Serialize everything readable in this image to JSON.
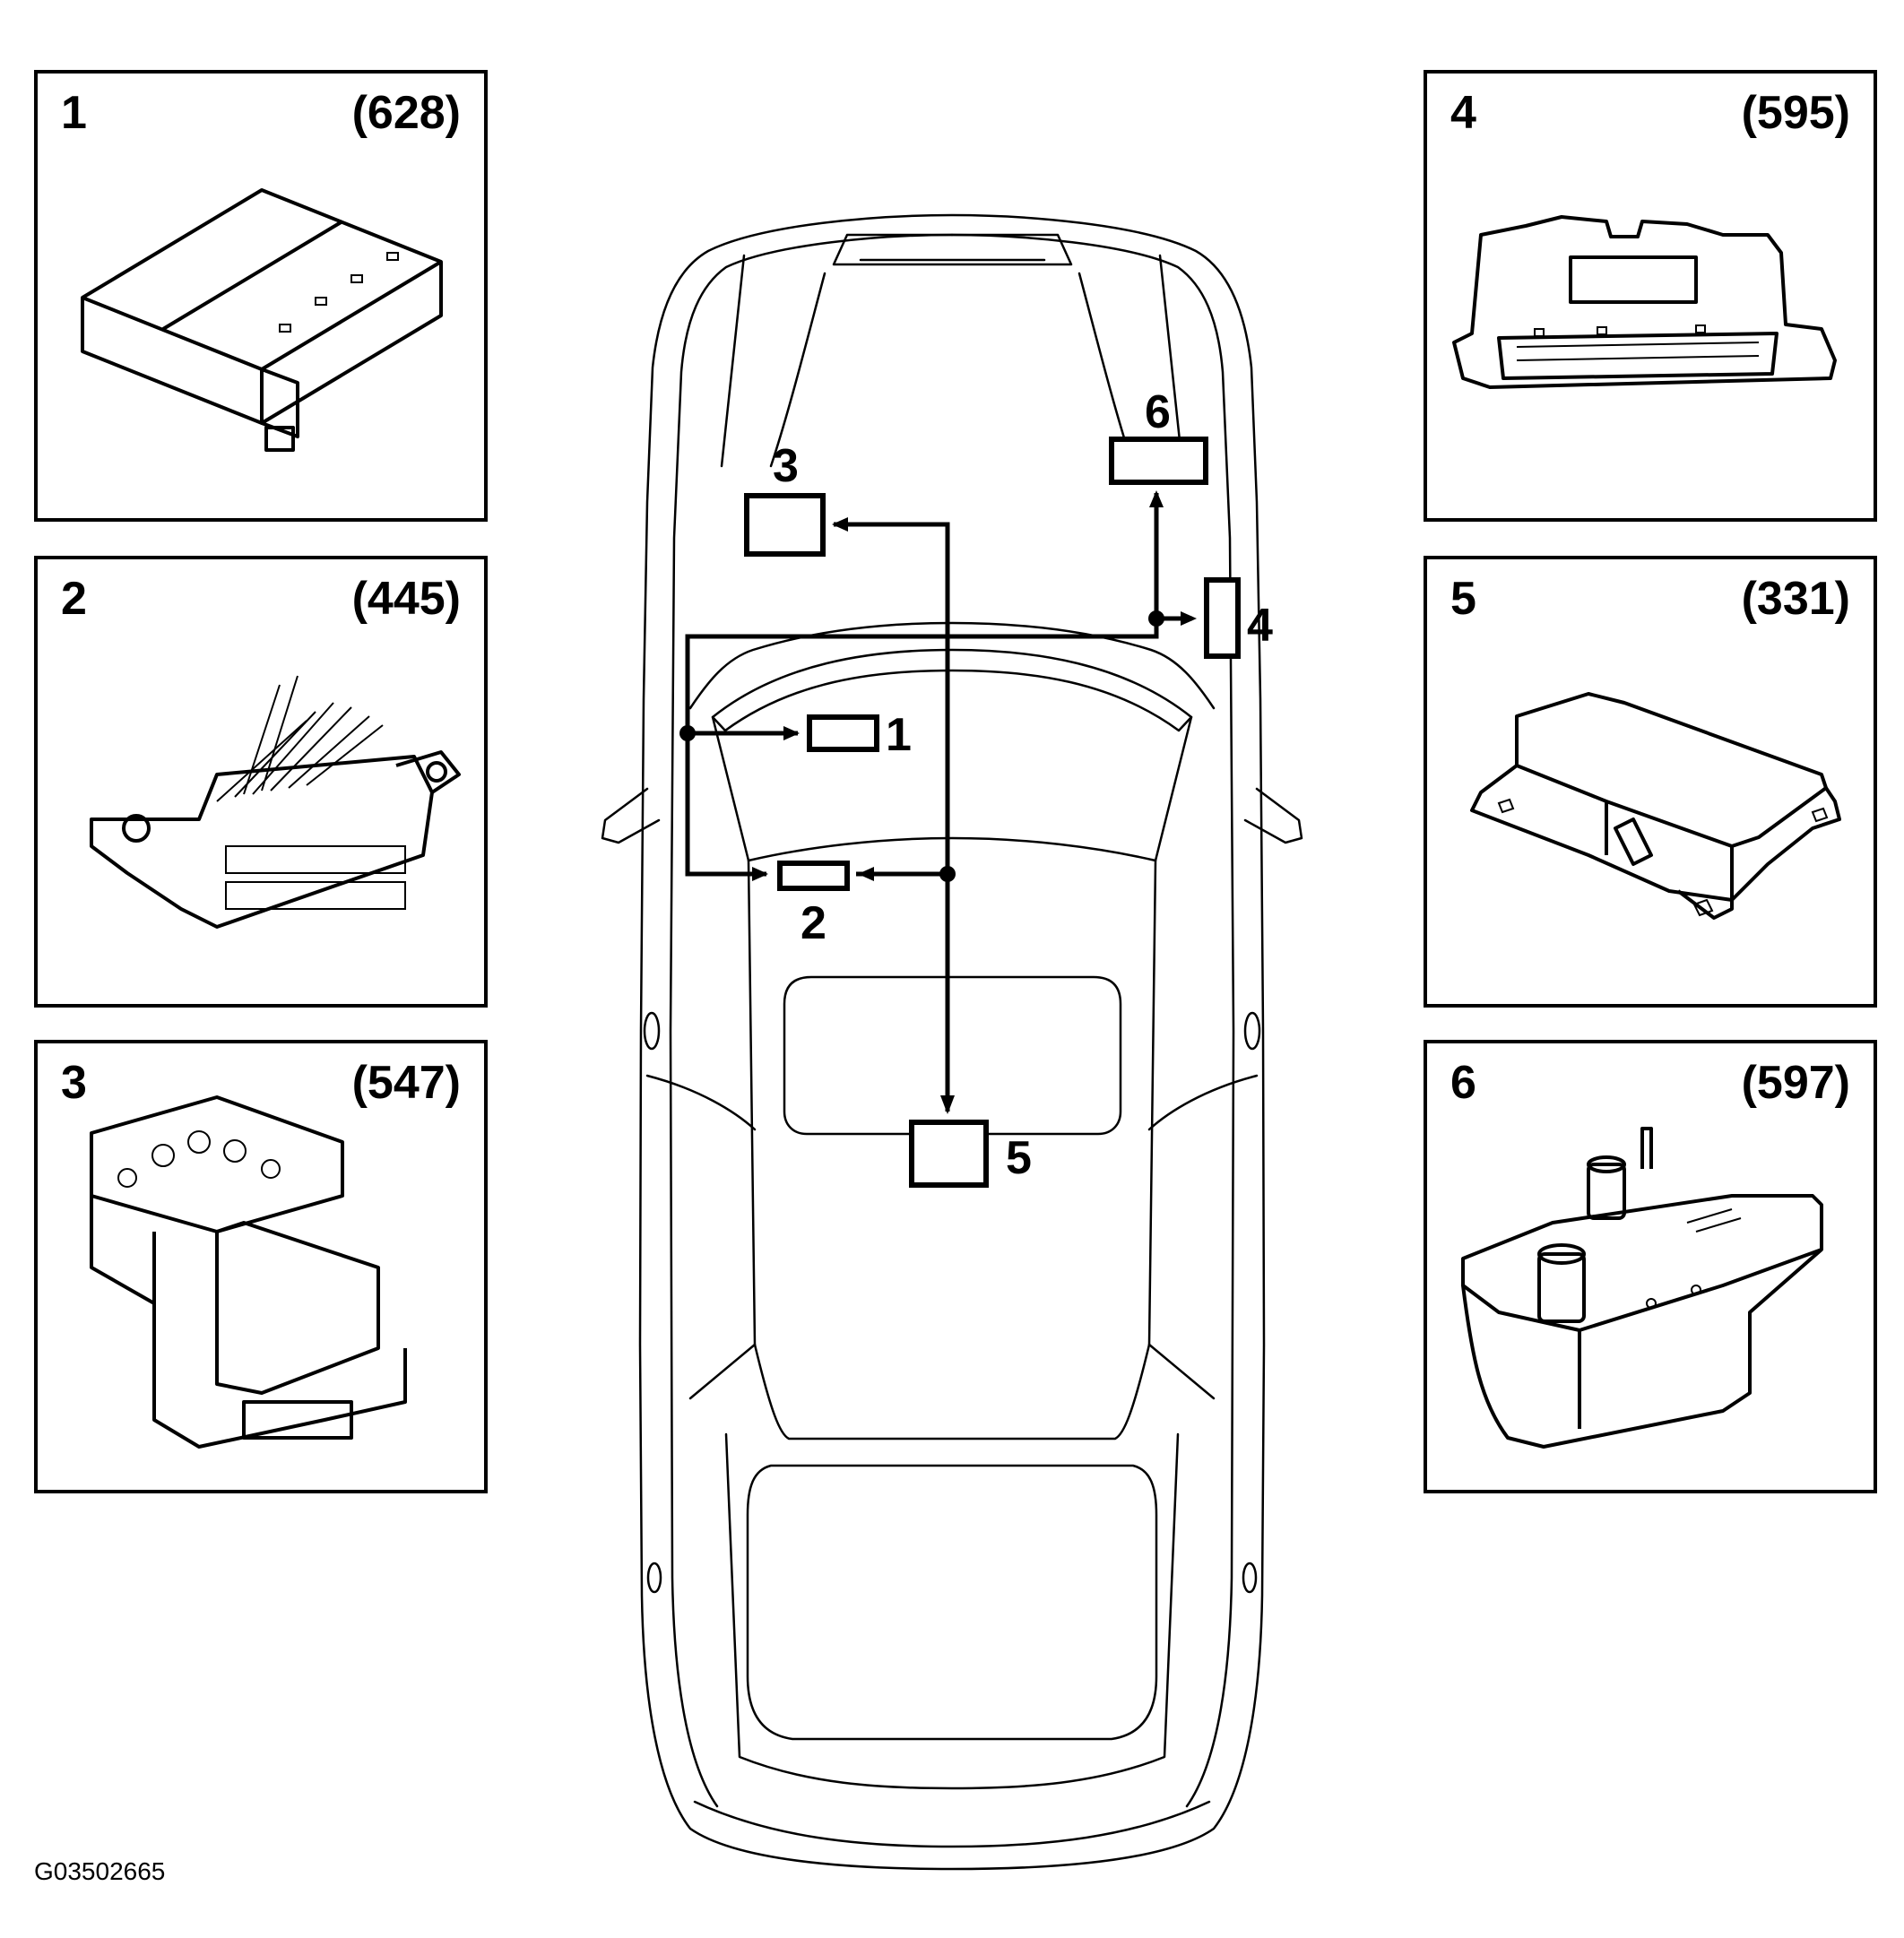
{
  "components": [
    {
      "num": "1",
      "code": "(628)",
      "icon": "control-module-icon"
    },
    {
      "num": "2",
      "code": "(445)",
      "icon": "diagnostic-connector-icon"
    },
    {
      "num": "3",
      "code": "(547)",
      "icon": "abs-hydraulic-unit-icon"
    },
    {
      "num": "4",
      "code": "(595)",
      "icon": "electronic-control-unit-icon"
    },
    {
      "num": "5",
      "code": "(331)",
      "icon": "airbag-module-icon"
    },
    {
      "num": "6",
      "code": "(597)",
      "icon": "fuel-heater-unit-icon"
    }
  ],
  "car_labels": [
    "1",
    "2",
    "3",
    "4",
    "5",
    "6"
  ],
  "figure_id": "G03502665",
  "colors": {
    "line": "#000000",
    "background": "#ffffff"
  }
}
